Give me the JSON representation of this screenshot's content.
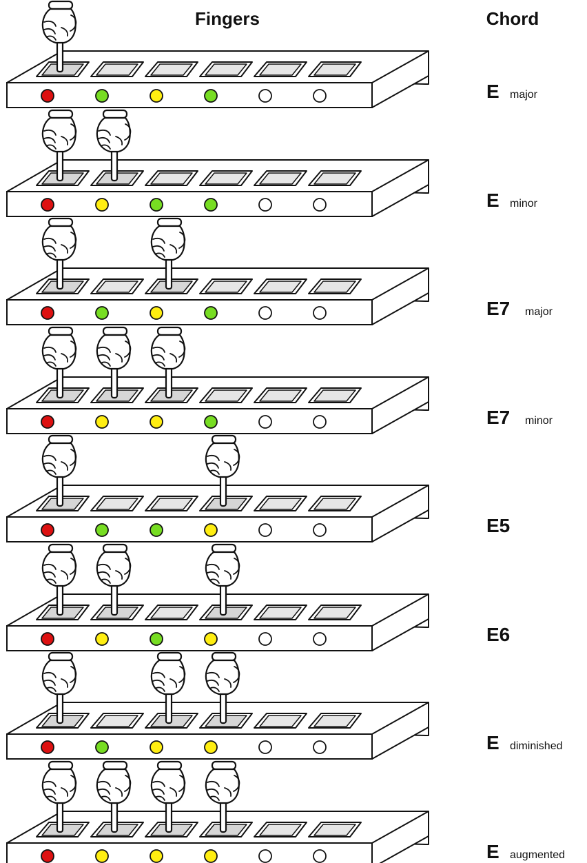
{
  "headers": {
    "fingers": "Fingers",
    "chord": "Chord"
  },
  "colors": {
    "red": "#dd1111",
    "green": "#77dd22",
    "yellow": "#ffee11",
    "white": "#ffffff",
    "key_face": "#e6e6e6",
    "outline": "#111111"
  },
  "rows": [
    {
      "root": "E",
      "quality": "major",
      "pressed": [
        0
      ],
      "leds": [
        "red",
        "green",
        "yellow",
        "green",
        "white",
        "white"
      ]
    },
    {
      "root": "E",
      "quality": "minor",
      "pressed": [
        0,
        1
      ],
      "leds": [
        "red",
        "yellow",
        "green",
        "green",
        "white",
        "white"
      ]
    },
    {
      "root": "E7",
      "quality": "major",
      "pressed": [
        0,
        2
      ],
      "leds": [
        "red",
        "green",
        "yellow",
        "green",
        "white",
        "white"
      ]
    },
    {
      "root": "E7",
      "quality": "minor",
      "pressed": [
        0,
        1,
        2
      ],
      "leds": [
        "red",
        "yellow",
        "yellow",
        "green",
        "white",
        "white"
      ]
    },
    {
      "root": "E5",
      "quality": "",
      "pressed": [
        0,
        3
      ],
      "leds": [
        "red",
        "green",
        "green",
        "yellow",
        "white",
        "white"
      ]
    },
    {
      "root": "E6",
      "quality": "",
      "pressed": [
        0,
        1,
        3
      ],
      "leds": [
        "red",
        "yellow",
        "green",
        "yellow",
        "white",
        "white"
      ]
    },
    {
      "root": "E",
      "quality": "diminished",
      "pressed": [
        0,
        2,
        3
      ],
      "leds": [
        "red",
        "green",
        "yellow",
        "yellow",
        "white",
        "white"
      ]
    },
    {
      "root": "E",
      "quality": "augmented",
      "pressed": [
        0,
        1,
        2,
        3
      ],
      "leds": [
        "red",
        "yellow",
        "yellow",
        "yellow",
        "white",
        "white"
      ]
    }
  ]
}
